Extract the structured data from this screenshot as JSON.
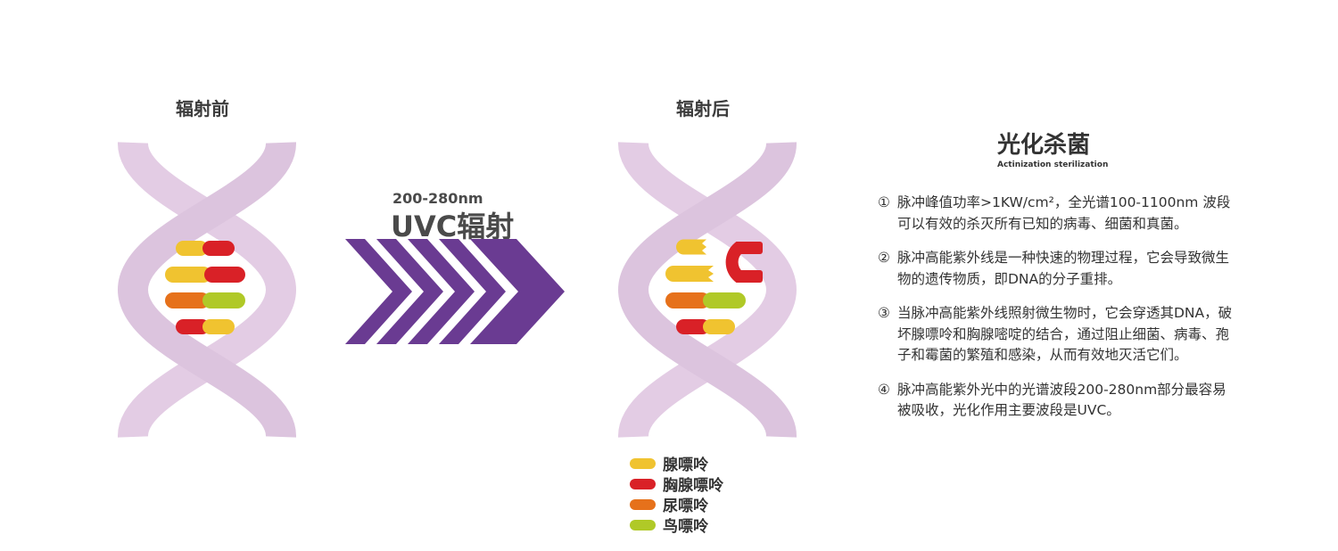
{
  "captions": {
    "before": "辐射前",
    "after": "辐射后"
  },
  "uvc": {
    "range": "200-280nm",
    "label": "UVC辐射"
  },
  "colors": {
    "helix": "#e3cce4",
    "arrow": "#6a3b92",
    "adenine": "#f0c330",
    "guanine": "#d92127",
    "uracil": "#e6711b",
    "thymine": "#b0c927"
  },
  "legend": [
    {
      "label": "腺嘌呤",
      "color": "#f0c330",
      "icon": "yellow-pill-icon"
    },
    {
      "label": "胸腺嘌呤",
      "color": "#d92127",
      "icon": "red-pill-icon"
    },
    {
      "label": "尿嘌呤",
      "color": "#e6711b",
      "icon": "orange-pill-icon"
    },
    {
      "label": "鸟嘌呤",
      "color": "#b0c927",
      "icon": "green-pill-icon"
    }
  ],
  "info": {
    "title": "光化杀菌",
    "subtitle": "Actinization sterilization",
    "items": [
      {
        "num": "①",
        "text": "脉冲峰值功率>1KW/cm²，全光谱100-1100nm 波段可以有效的杀灭所有已知的病毒、细菌和真菌。"
      },
      {
        "num": "②",
        "text": "脉冲高能紫外线是一种快速的物理过程，它会导致微生物的遗传物质，即DNA的分子重排。"
      },
      {
        "num": "③",
        "text": "当脉冲高能紫外线照射微生物时，它会穿透其DNA，破坏腺嘌呤和胸腺嘧啶的结合，通过阻止细菌、病毒、孢子和霉菌的繁殖和感染，从而有效地灭活它们。"
      },
      {
        "num": "④",
        "text": "脉冲高能紫外光中的光谱波段200-280nm部分最容易被吸收，光化作用主要波段是UVC。"
      }
    ]
  }
}
